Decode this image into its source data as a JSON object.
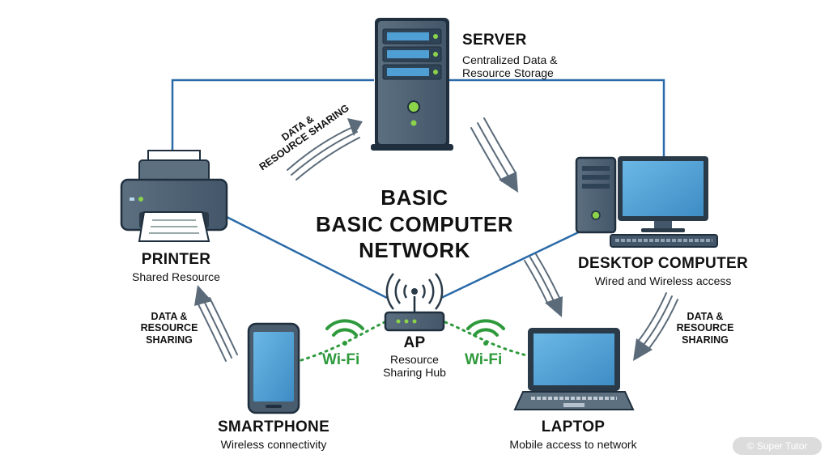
{
  "title": {
    "line1": "BASIC",
    "line2": "BASIC COMPUTER",
    "line3": "NETWORK"
  },
  "nodes": {
    "server": {
      "title": "SERVER",
      "subtitle_line1": "Centralized Data &",
      "subtitle_line2": "Resource Storage"
    },
    "printer": {
      "title": "PRINTER",
      "subtitle": "Shared Resource"
    },
    "desktop": {
      "title": "DESKTOP COMPUTER",
      "subtitle": "Wired and Wireless access"
    },
    "ap": {
      "title": "AP",
      "subtitle_line1": "Resource",
      "subtitle_line2": "Sharing Hub"
    },
    "smartphone": {
      "title": "SMARTPHONE",
      "subtitle": "Wireless connectivity"
    },
    "laptop": {
      "title": "LAPTOP",
      "subtitle": "Mobile access to network"
    }
  },
  "flows": {
    "top": {
      "line1": "DATA &",
      "line2": "RESOURCE SHARING"
    },
    "left": {
      "line1": "DATA &",
      "line2": "RESOURCE",
      "line3": "SHARING"
    },
    "right": {
      "line1": "DATA &",
      "line2": "RESOURCE",
      "line3": "SHARING"
    }
  },
  "wifi": {
    "left": "Wi-Fi",
    "right": "Wi-Fi"
  },
  "watermark": "© Super Tutor",
  "colors": {
    "wire": "#2a6aa8",
    "device": "#4f6272",
    "screen": "#4a9fd6",
    "wifi": "#2e9a3c",
    "arrow": "#5b6b7a"
  }
}
